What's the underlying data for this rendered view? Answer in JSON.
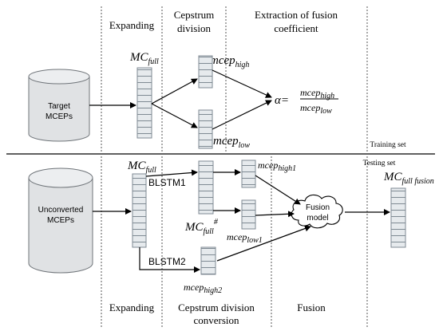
{
  "headers_top": {
    "expanding": "Expanding",
    "cepstrum_division_line1": "Cepstrum",
    "cepstrum_division_line2": "division",
    "extraction_line1": "Extraction of fusion",
    "extraction_line2": "coefficient"
  },
  "headers_bottom": {
    "expanding": "Expanding",
    "cepstrum_conv_line1": "Cepstrum division",
    "cepstrum_conv_line2": "conversion",
    "fusion": "Fusion"
  },
  "training_set": "Training set",
  "testing_set": "Testing set",
  "target_mceps_line1": "Target",
  "target_mceps_line2": "MCEPs",
  "unconverted_line1": "Unconverted",
  "unconverted_line2": "MCEPs",
  "mc_full_top": {
    "base": "MC",
    "sub": "full"
  },
  "mcep_high": {
    "base": "mcep",
    "sub": "high"
  },
  "mcep_low": {
    "base": "mcep",
    "sub": "low"
  },
  "alpha_formula": {
    "alpha": "α=",
    "num_base": "mcep",
    "num_sub": "high",
    "den_base": "mcep",
    "den_sub": "low"
  },
  "mc_full_bottom": {
    "base": "MC",
    "sub": "full"
  },
  "blstm1": "BLSTM1",
  "blstm2": "BLSTM2",
  "mcep_high1": {
    "base": "mcep",
    "sub": "high1"
  },
  "mc_full_hash": {
    "base": "MC",
    "sub": "full",
    "sup": "#"
  },
  "mcep_low1": {
    "base": "mcep",
    "sub": "low1"
  },
  "mcep_high2": {
    "base": "mcep",
    "sub": "high2"
  },
  "fusion_model_line1": "Fusion",
  "fusion_model_line2": "model",
  "mc_full_fusion": {
    "base": "MC",
    "sub": "full fusion"
  }
}
